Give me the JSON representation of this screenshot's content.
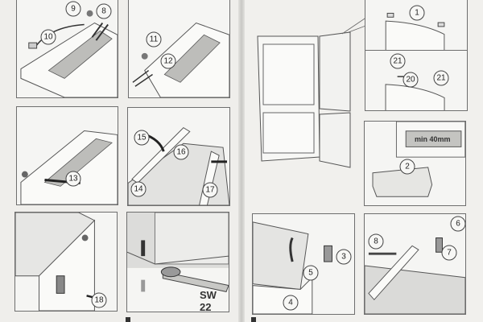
{
  "left_page": {
    "panels": [
      {
        "callouts": [
          "9",
          "8",
          "10"
        ]
      },
      {
        "callouts": [
          "11",
          "12"
        ]
      },
      {
        "callouts": [
          "13"
        ]
      },
      {
        "callouts": [
          "15",
          "16",
          "14",
          "17"
        ]
      },
      {
        "callouts": [
          "18"
        ]
      },
      {
        "label": "SW 22"
      }
    ]
  },
  "right_page": {
    "panels": [
      {
        "callouts": [
          "1"
        ]
      },
      {
        "callouts": [
          "21",
          "20",
          "21"
        ]
      },
      {
        "callouts": [
          "2"
        ],
        "inset_label": "min 40mm"
      },
      {
        "callouts": [
          "3",
          "4",
          "5"
        ]
      },
      {
        "callouts": [
          "6",
          "7",
          "8"
        ]
      }
    ]
  },
  "colors": {
    "paper": "#efeeeb",
    "line": "#555555",
    "shade": "#b9b9b6"
  }
}
